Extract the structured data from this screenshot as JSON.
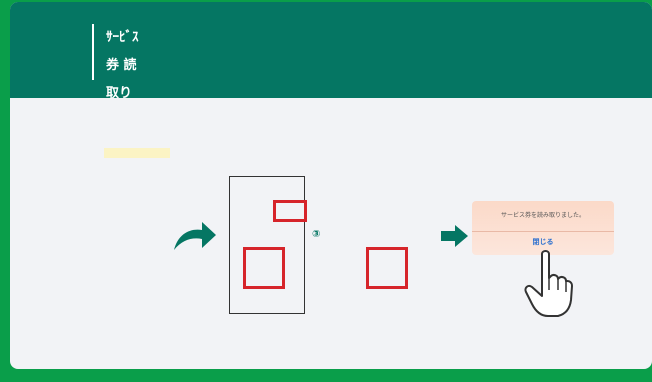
{
  "header": {
    "title": "ｻｰﾋﾞｽ券 読取り"
  },
  "step": {
    "number": "③"
  },
  "dialog": {
    "message": "サービス券を読み取りました。",
    "close_label": "閉じる"
  },
  "colors": {
    "outer_green": "#0a9e4a",
    "header_teal": "#057663",
    "panel_bg": "#f2f3f6",
    "red_frame": "#d6242a",
    "highlight_yellow": "#fbf3c4",
    "dialog_peach": "#fbd9c8",
    "link_blue": "#2a6fcf"
  },
  "icons": {
    "curved_arrow": "curved-arrow-icon",
    "right_arrow": "right-arrow-icon",
    "pointer_hand": "pointing-hand-icon"
  }
}
